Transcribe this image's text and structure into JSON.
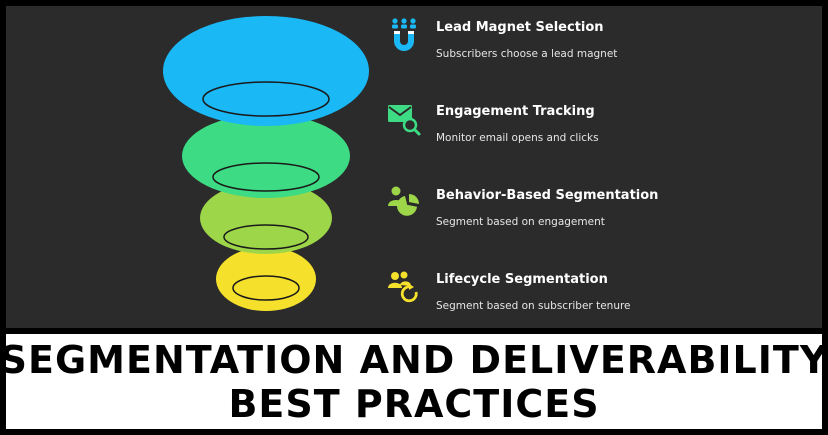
{
  "colors": {
    "panel": "#2b2b2b",
    "layer1": "#1ab8f5",
    "layer2": "#3ddc84",
    "layer3": "#9ed64a",
    "layer4": "#f5e12c"
  },
  "stages": [
    {
      "title": "Lead Magnet Selection",
      "description": "Subscribers choose a lead magnet",
      "icon": "magnet-people-icon",
      "color": "#1ab8f5"
    },
    {
      "title": "Engagement Tracking",
      "description": "Monitor email opens and clicks",
      "icon": "email-search-icon",
      "color": "#3ddc84"
    },
    {
      "title": "Behavior-Based Segmentation",
      "description": "Segment based on engagement",
      "icon": "user-pie-chart-icon",
      "color": "#9ed64a"
    },
    {
      "title": "Lifecycle Segmentation",
      "description": "Segment based on subscriber tenure",
      "icon": "users-refresh-icon",
      "color": "#f5e12c"
    }
  ],
  "banner": {
    "line1": "SEGMENTATION AND DELIVERABILITY",
    "line2": "BEST PRACTICES"
  }
}
